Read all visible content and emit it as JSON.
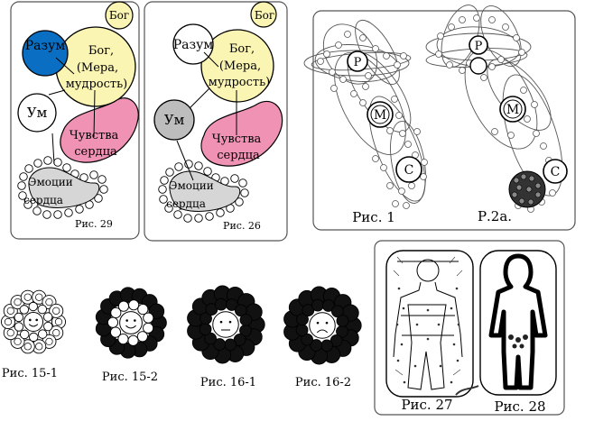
{
  "panel29": {
    "bog_small": "Бог",
    "razum": "Разум",
    "bog_line1": "Бог,",
    "bog_line2": "(Мера,",
    "bog_line3": "мудрость)",
    "um": "Ум",
    "chuvstva_line1": "Чувства",
    "chuvstva_line2": "сердца",
    "emocii_line1": "Эмоции",
    "emocii_line2": "сердца",
    "caption": "Рис. 29"
  },
  "panel26": {
    "bog_small": "Бог",
    "razum": "Разум",
    "bog_line1": "Бог,",
    "bog_line2": "(Мера,",
    "bog_line3": "мудрость)",
    "um": "Ум",
    "chuvstva_line1": "Чувства",
    "chuvstva_line2": "сердца",
    "emocii_line1": "Эмоции",
    "emocii_line2": "сердца",
    "caption": "Рис. 26"
  },
  "panelR": {
    "letters": [
      "Р",
      "М",
      "С"
    ],
    "caption1": "Рис. 1",
    "caption2": "Р.2а."
  },
  "mandalas": [
    {
      "caption": "Рис. 15-1"
    },
    {
      "caption": "Рис. 15-2"
    },
    {
      "caption": "Рис. 16-1"
    },
    {
      "caption": "Рис. 16-2"
    }
  ],
  "figures": {
    "caption27": "Рис. 27",
    "caption28": "Рис. 28"
  },
  "colors": {
    "razum_blue": "#0a6fc2",
    "bog_yellow": "#fbf5b3",
    "chuvstva_pink": "#ef92b4",
    "um_gray": "#bdbdbd",
    "emocii_gray": "#d6d6d6"
  }
}
